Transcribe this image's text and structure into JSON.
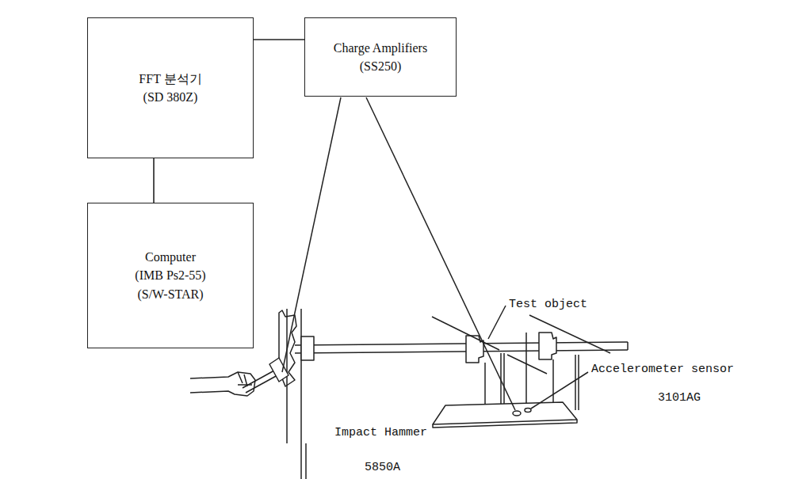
{
  "diagram": {
    "nodes": [
      {
        "text": [
          "FFT 분석기 (SD 380Z)"
        ]
      },
      {
        "text": [
          "Charge Amplifiers (SS250)"
        ]
      },
      {
        "text": [
          "Computer (IMB Ps2-55) (S/W-STAR)"
        ]
      }
    ],
    "edges": [
      {
        "from": 0,
        "to": 1,
        "arrow": "none"
      },
      {
        "from": 0,
        "to": 2,
        "arrow": "none"
      }
    ],
    "labels": [
      "Test object",
      "Accelerometer sensor",
      "3101AG",
      "Impact Hammer",
      "5850A"
    ]
  }
}
